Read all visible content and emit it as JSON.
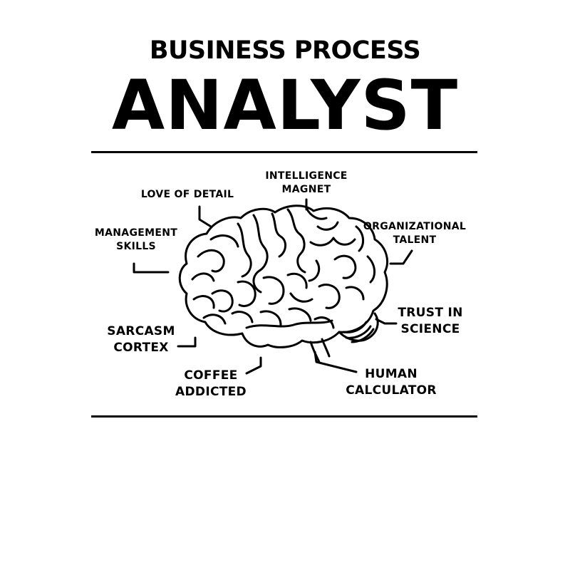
{
  "header": {
    "title_line1": "BUSINESS PROCESS",
    "title_line2": "ANALYST"
  },
  "labels": {
    "intelligence_magnet": [
      "INTELLIGENCE",
      "MAGNET"
    ],
    "love_of_detail": [
      "LOVE OF DETAIL"
    ],
    "organizational_talent": [
      "ORGANIZATIONAL",
      "TALENT"
    ],
    "management_skills": [
      "MANAGEMENT",
      "SKILLS"
    ],
    "trust_in_science": [
      "TRUST IN",
      "SCIENCE"
    ],
    "sarcasm_cortex": [
      "SARCASM",
      "CORTEX"
    ],
    "coffee_addicted": [
      "COFFEE",
      "ADDICTED"
    ],
    "human_calculator": [
      "HUMAN",
      "CALCULATOR"
    ]
  },
  "icons": {
    "brain": "brain-icon"
  },
  "colors": {
    "ink": "#000000",
    "background": "#ffffff"
  }
}
